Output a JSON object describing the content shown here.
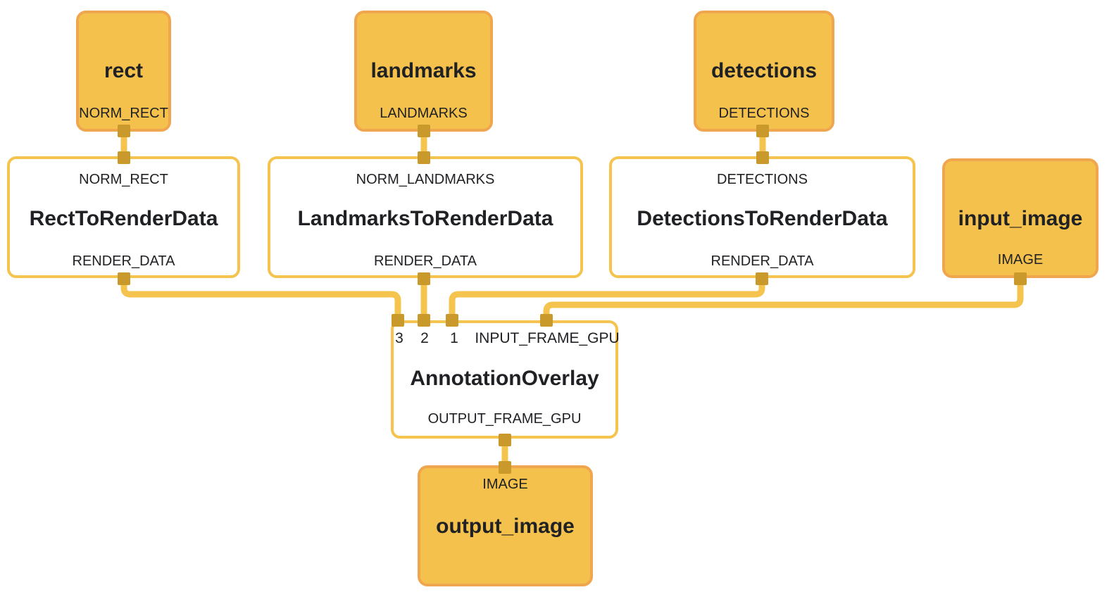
{
  "nodes": {
    "rect": {
      "title": "rect",
      "output": "NORM_RECT"
    },
    "landmarks": {
      "title": "landmarks",
      "output": "LANDMARKS"
    },
    "detections": {
      "title": "detections",
      "output": "DETECTIONS"
    },
    "input_image": {
      "title": "input_image",
      "output": "IMAGE"
    },
    "rect_to_render": {
      "input": "NORM_RECT",
      "title": "RectToRenderData",
      "output": "RENDER_DATA"
    },
    "landmarks_to_render": {
      "input": "NORM_LANDMARKS",
      "title": "LandmarksToRenderData",
      "output": "RENDER_DATA"
    },
    "detections_to_render": {
      "input": "DETECTIONS",
      "title": "DetectionsToRenderData",
      "output": "RENDER_DATA"
    },
    "annotation_overlay": {
      "inputs": [
        "3",
        "2",
        "1",
        "INPUT_FRAME_GPU"
      ],
      "title": "AnnotationOverlay",
      "output": "OUTPUT_FRAME_GPU"
    },
    "output_image": {
      "input": "IMAGE",
      "title": "output_image"
    }
  },
  "edges": [
    {
      "from": "rect",
      "to": "rect_to_render",
      "to_port": "NORM_RECT"
    },
    {
      "from": "landmarks",
      "to": "landmarks_to_render",
      "to_port": "NORM_LANDMARKS"
    },
    {
      "from": "detections",
      "to": "detections_to_render",
      "to_port": "DETECTIONS"
    },
    {
      "from": "rect_to_render",
      "to": "annotation_overlay",
      "to_port": "3"
    },
    {
      "from": "landmarks_to_render",
      "to": "annotation_overlay",
      "to_port": "2"
    },
    {
      "from": "detections_to_render",
      "to": "annotation_overlay",
      "to_port": "1"
    },
    {
      "from": "input_image",
      "to": "annotation_overlay",
      "to_port": "INPUT_FRAME_GPU"
    },
    {
      "from": "annotation_overlay",
      "to": "output_image",
      "to_port": "IMAGE"
    }
  ],
  "colors": {
    "background": "#FFFFFF",
    "source_node_fill": "#F4C24C",
    "source_node_border": "#F0A64F",
    "calculator_node_fill": "#FFFFFF",
    "calculator_node_border": "#F4C44F",
    "edge": "#F4C44F",
    "port": "#C9992B",
    "text": "#202124"
  }
}
